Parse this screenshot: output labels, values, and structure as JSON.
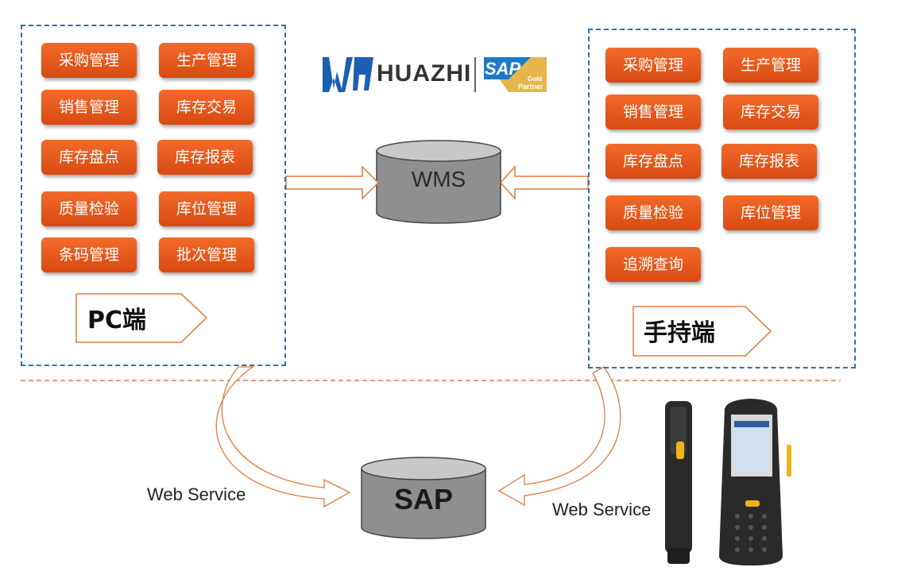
{
  "pc": {
    "label": "PC端",
    "modules": [
      "采购管理",
      "生产管理",
      "销售管理",
      "库存交易",
      "库存盘点",
      "库存报表",
      "质量检验",
      "库位管理",
      "条码管理",
      "批次管理"
    ]
  },
  "handheld": {
    "label": "手持端",
    "modules": [
      "采购管理",
      "生产管理",
      "销售管理",
      "库存交易",
      "库存盘点",
      "库存报表",
      "质量检验",
      "库位管理",
      "追溯查询"
    ]
  },
  "center_db": {
    "label": "WMS"
  },
  "bottom_db": {
    "label": "SAP"
  },
  "links": {
    "left_label": "Web Service",
    "right_label": "Web Service"
  },
  "branding": {
    "company": "HUAZHI",
    "partner_logo": "SAP",
    "partner_line1": "Gold",
    "partner_line2": "Partner"
  },
  "colors": {
    "module_fill": "#e35a1c",
    "panel_border": "#2f6fb3",
    "arrow_stroke": "#e07a3c",
    "db_fill": "#8c8c8c"
  }
}
